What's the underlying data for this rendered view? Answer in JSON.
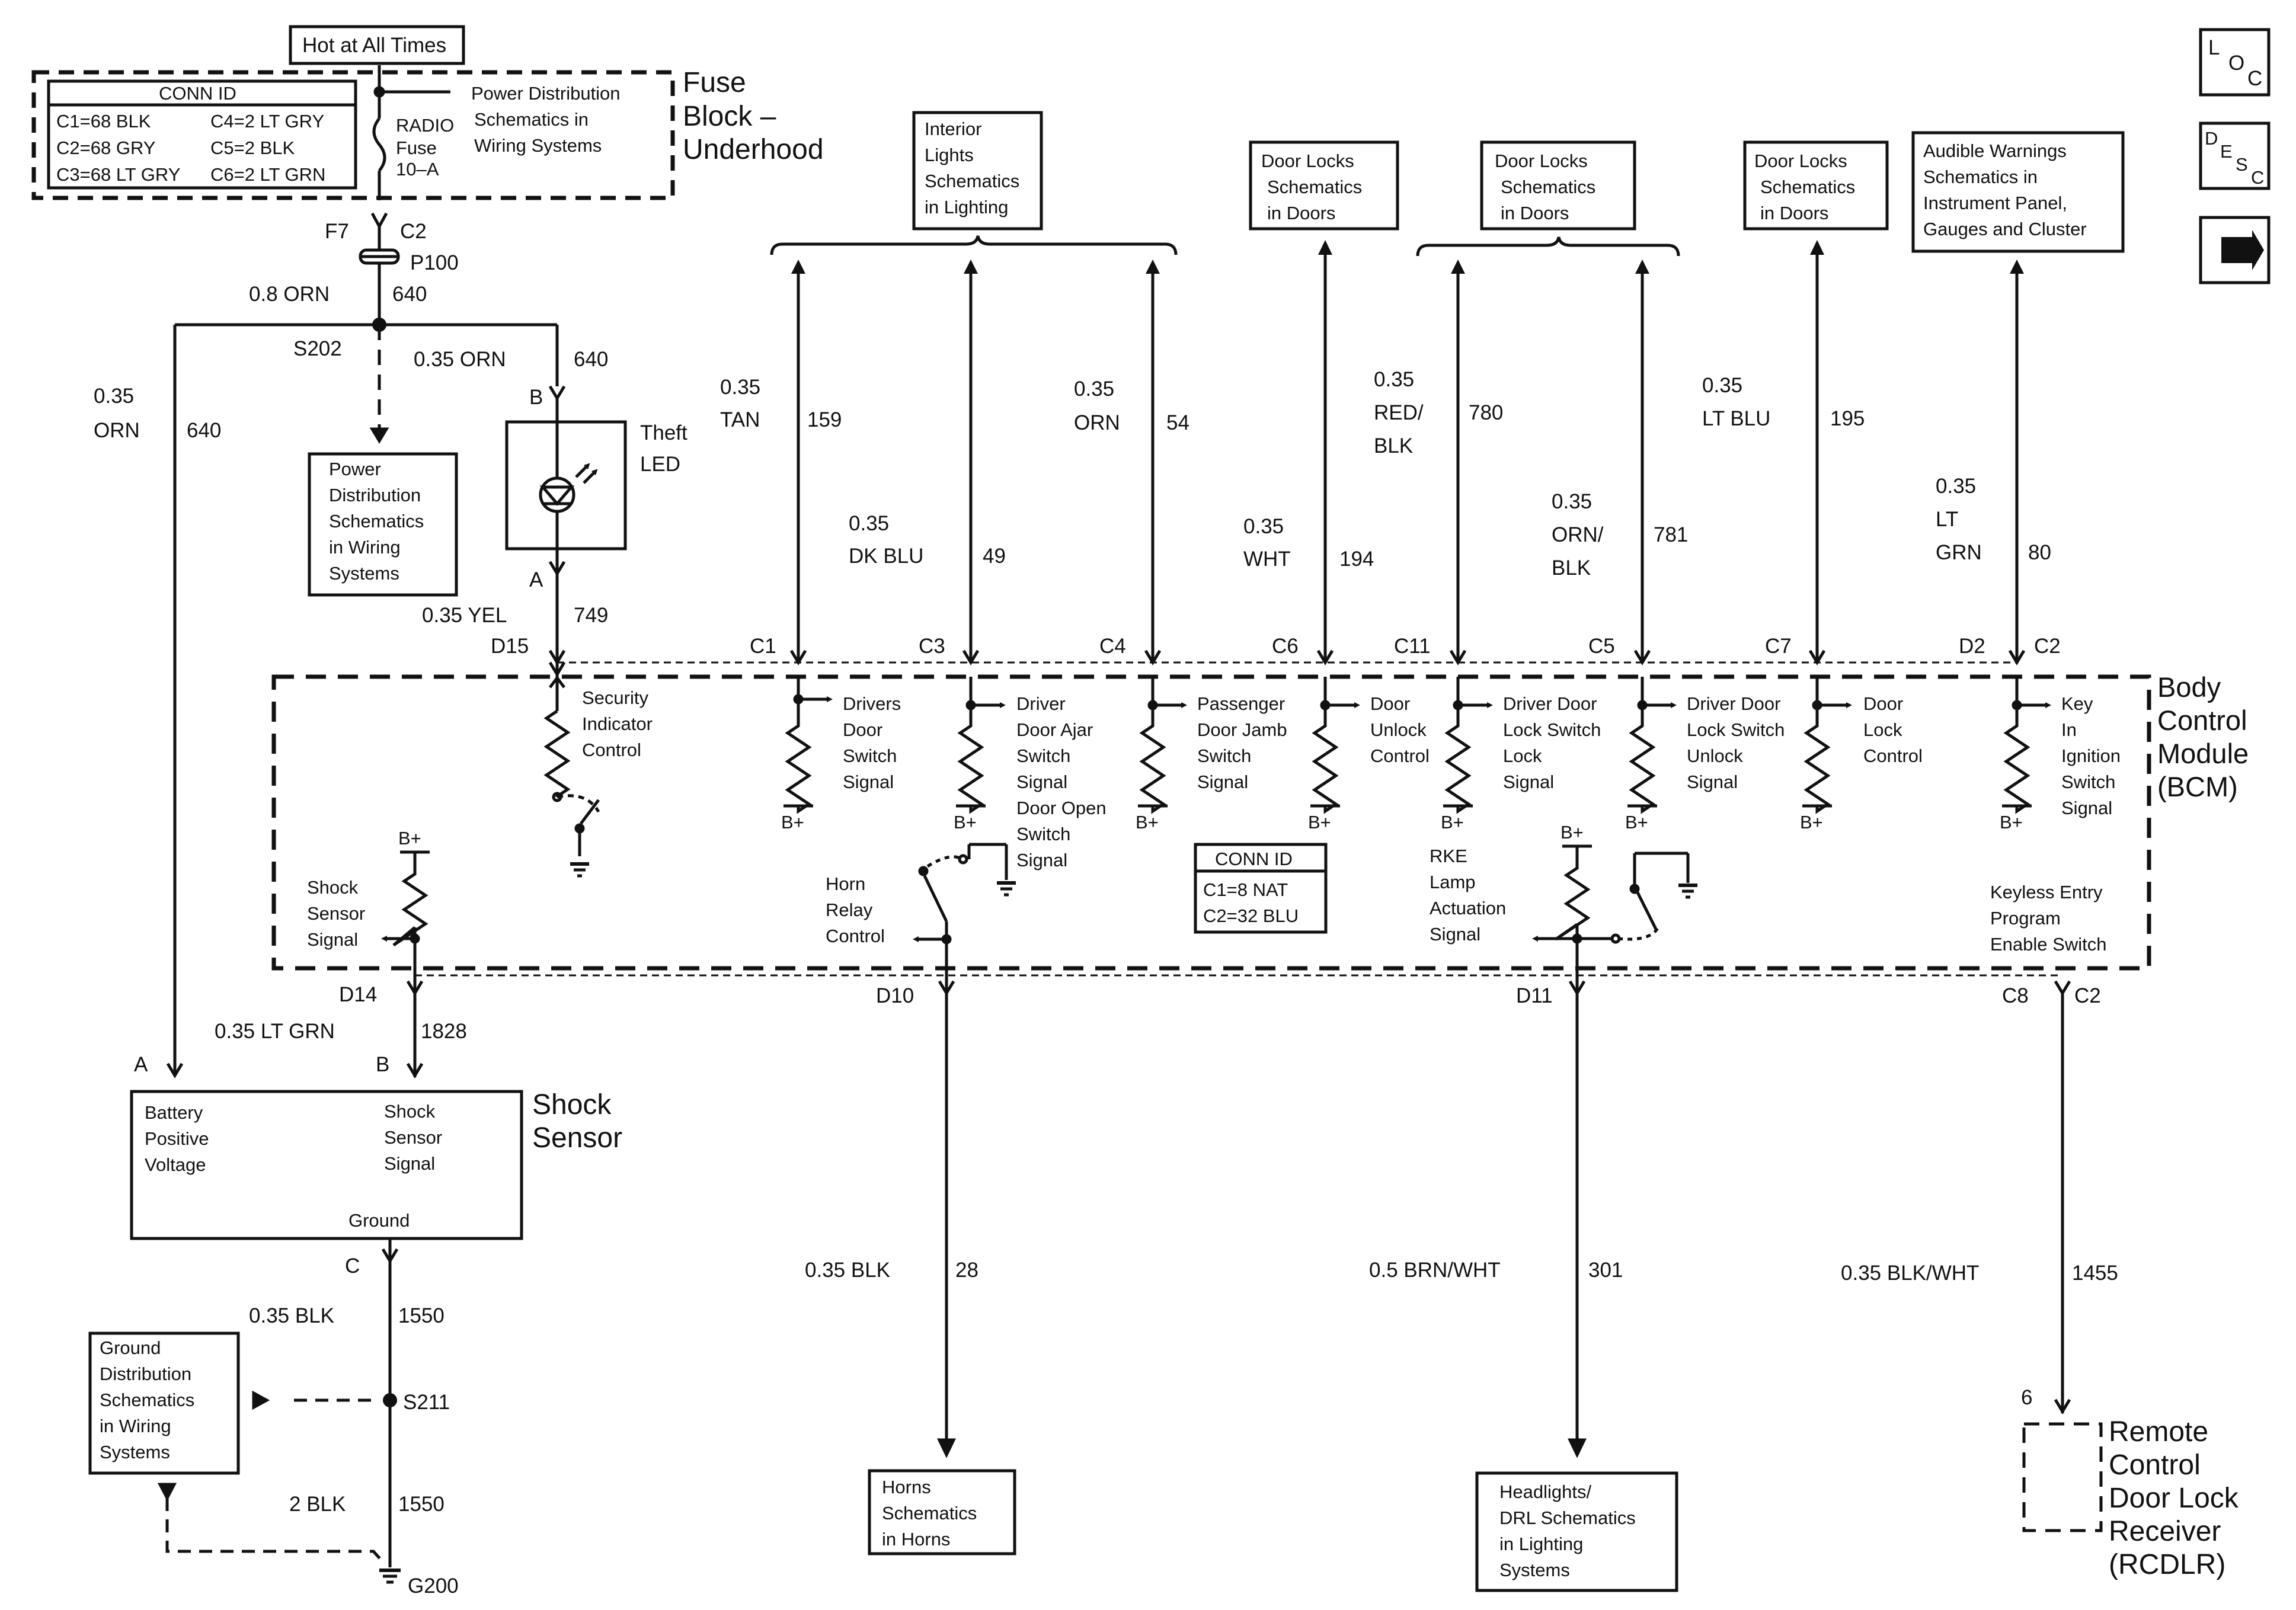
{
  "fuse_block": {
    "hot_label": "Hot at All Times",
    "conn_id_title": "CONN ID",
    "conn_ids": [
      "C1=68 BLK",
      "C4=2 LT GRY",
      "C2=68 GRY",
      "C5=2 BLK",
      "C3=68 LT GRY",
      "C6=2 LT GRN"
    ],
    "power_ref": [
      "Power Distribution",
      "Schematics in",
      "Wiring Systems"
    ],
    "fuse": [
      "RADIO",
      "Fuse",
      "10–A"
    ],
    "name": [
      "Fuse",
      "Block –",
      "Underhood"
    ],
    "f7": "F7",
    "c2": "C2",
    "p100": "P100"
  },
  "left_wiring": {
    "w640_gauge": "0.8 ORN",
    "w640_num": "640",
    "splice": "S202",
    "led_wire_gauge": "0.35 ORN",
    "led_wire_num": "640",
    "left_wire": [
      "0.35",
      "ORN"
    ],
    "left_wire_num": "640",
    "power_ref2": [
      "Power",
      "Distribution",
      "Schematics",
      "in Wiring",
      "Systems"
    ],
    "led_pin_b": "B",
    "led_pin_a": "A",
    "led_name": [
      "Theft",
      "LED"
    ],
    "yel_gauge": "0.35 YEL",
    "yel_num": "749",
    "d15": "D15"
  },
  "top_refs": {
    "interior": [
      "Interior",
      "Lights",
      "Schematics",
      "in Lighting"
    ],
    "door_locks": [
      "Door Locks",
      "Schematics",
      "in Doors"
    ],
    "audible": [
      "Audible Warnings",
      "Schematics in",
      "Instrument Panel,",
      "Gauges and Cluster"
    ]
  },
  "wires_top": [
    {
      "gauge": [
        "0.35",
        "TAN"
      ],
      "num": "159",
      "pin": "C1"
    },
    {
      "gauge": [
        "0.35",
        "DK BLU"
      ],
      "num": "49",
      "pin": "C3"
    },
    {
      "gauge": [
        "0.35",
        "ORN"
      ],
      "num": "54",
      "pin": "C4"
    },
    {
      "gauge": [
        "0.35",
        "WHT"
      ],
      "num": "194",
      "pin": "C6"
    },
    {
      "gauge": [
        "0.35",
        "RED/",
        "BLK"
      ],
      "num": "780",
      "pin": "C11"
    },
    {
      "gauge": [
        "0.35",
        "ORN/",
        "BLK"
      ],
      "num": "781",
      "pin": "C5"
    },
    {
      "gauge": [
        "0.35",
        "LT BLU"
      ],
      "num": "195",
      "pin": "C7"
    },
    {
      "gauge": [
        "0.35",
        "LT",
        "GRN"
      ],
      "num": "80",
      "pin": "D2",
      "pin2": "C2"
    }
  ],
  "bcm": {
    "name": [
      "Body",
      "Control",
      "Module",
      "(BCM)"
    ],
    "security": [
      "Security",
      "Indicator",
      "Control"
    ],
    "drivers_door": [
      "Drivers",
      "Door",
      "Switch",
      "Signal"
    ],
    "driver_ajar": [
      "Driver",
      "Door Ajar",
      "Switch",
      "Signal",
      "Door Open",
      "Switch",
      "Signal"
    ],
    "passenger": [
      "Passenger",
      "Door Jamb",
      "Switch",
      "Signal"
    ],
    "door_unlock": [
      "Door",
      "Unlock",
      "Control"
    ],
    "driver_lock": [
      "Driver Door",
      "Lock Switch",
      "Lock",
      "Signal"
    ],
    "driver_unlock": [
      "Driver Door",
      "Lock Switch",
      "Unlock",
      "Signal"
    ],
    "door_lock": [
      "Door",
      "Lock",
      "Control"
    ],
    "key_in": [
      "Key",
      "In",
      "Ignition",
      "Switch",
      "Signal"
    ],
    "bplus": "B+",
    "shock_signal": [
      "Shock",
      "Sensor",
      "Signal"
    ],
    "horn_relay": [
      "Horn",
      "Relay",
      "Control"
    ],
    "conn_id_title": "CONN ID",
    "conn_ids": [
      "C1=8 NAT",
      "C2=32 BLU"
    ],
    "rke": [
      "RKE",
      "Lamp",
      "Actuation",
      "Signal"
    ],
    "keyless": [
      "Keyless Entry",
      "Program",
      "Enable Switch"
    ]
  },
  "bottom": {
    "d14": "D14",
    "d10": "D10",
    "d11": "D11",
    "c8": "C8",
    "c2": "C2",
    "ltgrn_gauge": "0.35 LT GRN",
    "ltgrn_num": "1828",
    "pin_a": "A",
    "pin_b": "B",
    "pin_c": "C",
    "shock_box": {
      "battery": [
        "Battery",
        "Positive",
        "Voltage"
      ],
      "signal": [
        "Shock",
        "Sensor",
        "Signal"
      ],
      "ground": "Ground"
    },
    "shock_name": [
      "Shock",
      "Sensor"
    ],
    "blk_gauge": "0.35 BLK",
    "blk_num": "1550",
    "s211": "S211",
    "blk2_gauge": "2 BLK",
    "blk2_num": "1550",
    "g200": "G200",
    "ground_ref": [
      "Ground",
      "Distribution",
      "Schematics",
      "in Wiring",
      "Systems"
    ],
    "horn_wire": "0.35 BLK",
    "horn_num": "28",
    "horn_ref": [
      "Horns",
      "Schematics",
      "in Horns"
    ],
    "hl_wire": "0.5 BRN/WHT",
    "hl_num": "301",
    "hl_ref": [
      "Headlights/",
      "DRL Schematics",
      "in Lighting",
      "Systems"
    ],
    "rc_wire": "0.35 BLK/WHT",
    "rc_num": "1455",
    "rc_pin": "6",
    "rc_name": [
      "Remote",
      "Control",
      "Door Lock",
      "Receiver",
      "(RCDLR)"
    ]
  },
  "nav": {
    "loc_l": "L",
    "loc_o": "O",
    "loc_c": "C",
    "desc_d": "D",
    "desc_e": "E",
    "desc_s": "S",
    "desc_c": "C",
    "arrow_icon": "right-arrow-icon"
  }
}
